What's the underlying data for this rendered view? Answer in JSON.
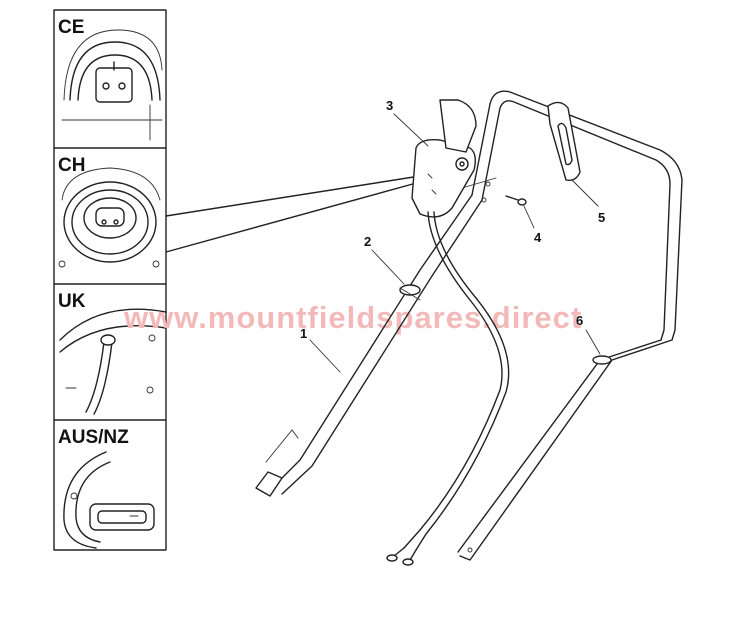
{
  "inset_panels": [
    {
      "label": "CE"
    },
    {
      "label": "CH"
    },
    {
      "label": "UK"
    },
    {
      "label": "AUS/NZ"
    }
  ],
  "callouts": [
    "1",
    "2",
    "3",
    "4",
    "5",
    "6"
  ],
  "watermark": "www.mountfieldspares.direct"
}
